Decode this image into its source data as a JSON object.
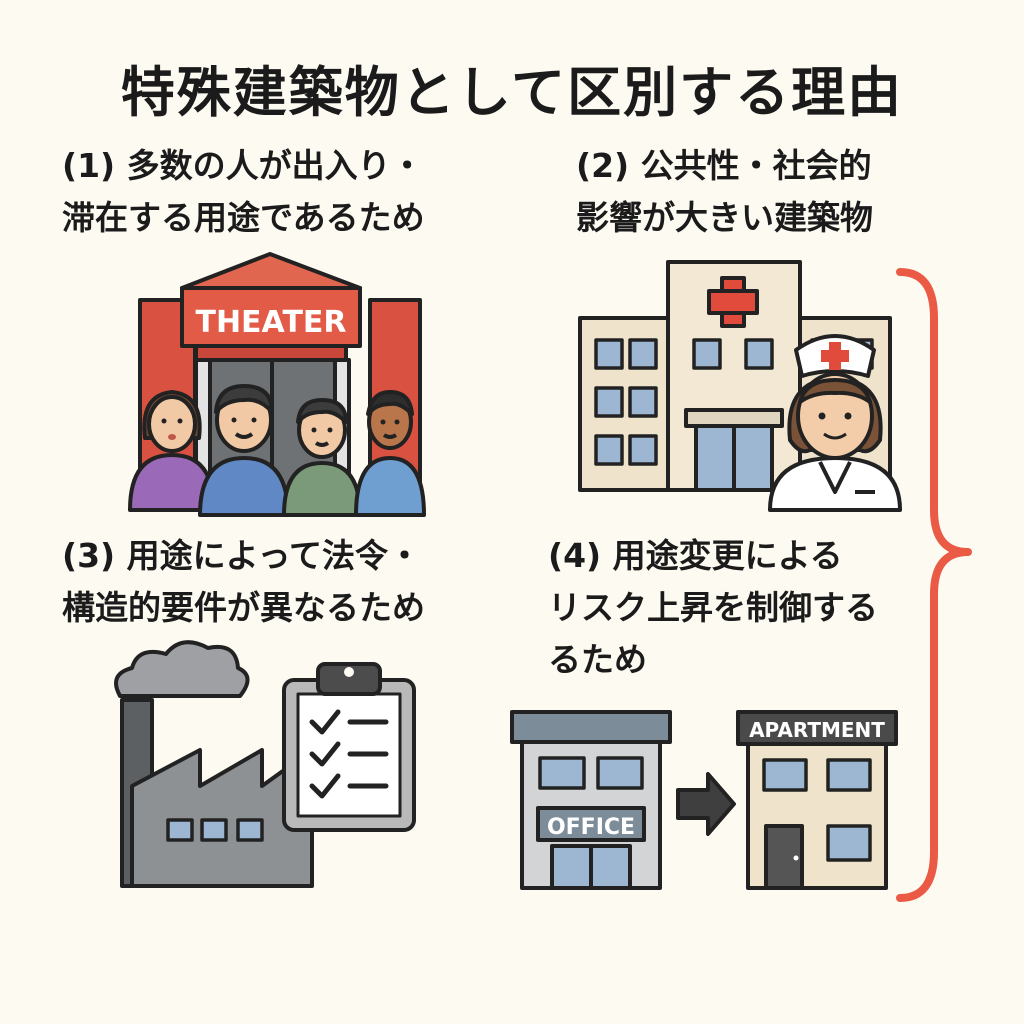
{
  "title": "特殊建築物として区別する理由",
  "reasons": [
    {
      "text": "(1) 多数の人が出入り・\n滞在する用途であるため"
    },
    {
      "text": "(2) 公共性・社会的\n影響が大きい建築物"
    },
    {
      "text": "(3) 用途によって法令・\n構造的要件が異なるため"
    },
    {
      "text": "(4) 用途変更による\nリスク上昇を制御する\nるため"
    }
  ],
  "labels": {
    "theater": "THEATER",
    "office": "OFFICE",
    "apartment": "APARTMENT"
  },
  "colors": {
    "accent": "#ea5a45",
    "theater_red": "#d95140",
    "building_beige": "#efe3cc",
    "window_blue": "#9db7d2",
    "factory_gray": "#8e9194"
  }
}
